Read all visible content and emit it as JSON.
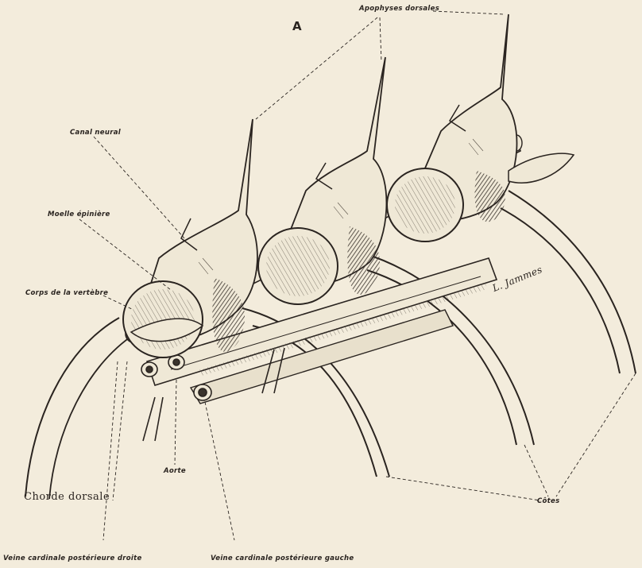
{
  "figure": {
    "panel_letter": "A",
    "signature": "L. Jammes",
    "labels": {
      "apophyses_dorsales": "Apophyses dorsales",
      "canal_neural": "Canal neural",
      "moelle_epiniere": "Moelle épinière",
      "corps_vertebre": "Corps de la vertèbre",
      "chorde_dorsale": "Chorde dorsale",
      "aorte": "Aorte",
      "veine_droite": "Veine cardinale postérieure droite",
      "veine_gauche": "Veine cardinale postérieure gauche",
      "cotes": "Côtes"
    }
  },
  "colors": {
    "ink": "#2a2420",
    "paper": "#f3ecdc",
    "bone": "#efe8d6",
    "shade": "#6d6457"
  }
}
